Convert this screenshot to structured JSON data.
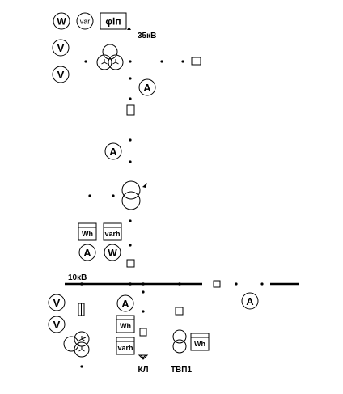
{
  "top_meters": {
    "watt": "W",
    "var": "var",
    "phi": "φіп"
  },
  "voltmeters": {
    "top_1": "V",
    "top_2": "V",
    "bottom_1": "V",
    "bottom_2": "V"
  },
  "ammeters": {
    "upper_1": "A",
    "upper_2": "A",
    "middle": "A",
    "bottom_feeder": "A",
    "bottom_right": "A"
  },
  "lower_meters": {
    "wattmeter": "W",
    "wh_1": "Wh",
    "varh_1": "varh",
    "wh_2": "Wh",
    "varh_2": "varh",
    "wh_3": "Wh"
  },
  "voltage_labels": {
    "high": "35кВ",
    "low": "10кВ"
  },
  "feeder_labels": {
    "cable_line": "КЛ",
    "aux_transformer": "ТВП1"
  }
}
